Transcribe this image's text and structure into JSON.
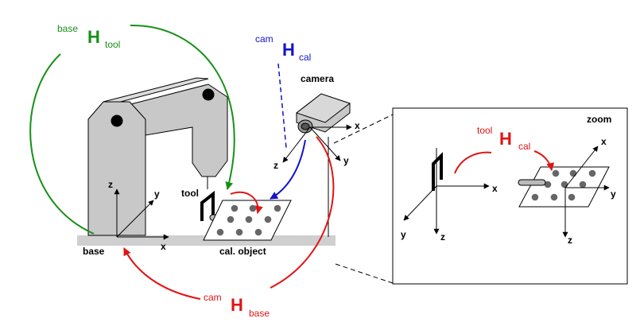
{
  "colors": {
    "green": "#169116",
    "blue": "#1414c8",
    "red": "#e01414",
    "robot_fill": "#c8c8c8",
    "dark": "#000000",
    "dot": "#666666"
  },
  "labels": {
    "base_H_tool": {
      "sup": "base",
      "main": "H",
      "sub": "tool"
    },
    "cam_H_cal": {
      "sup": "cam",
      "main": "H",
      "sub": "cal"
    },
    "cam_H_base": {
      "sup": "cam",
      "main": "H",
      "sub": "base"
    },
    "tool_H_cal": {
      "sup": "tool",
      "main": "H",
      "sub": "cal"
    },
    "camera": "camera",
    "tool": "tool",
    "base": "base",
    "cal_object": "cal. object",
    "zoom": "zoom",
    "axes": {
      "x": "x",
      "y": "y",
      "z": "z"
    }
  }
}
